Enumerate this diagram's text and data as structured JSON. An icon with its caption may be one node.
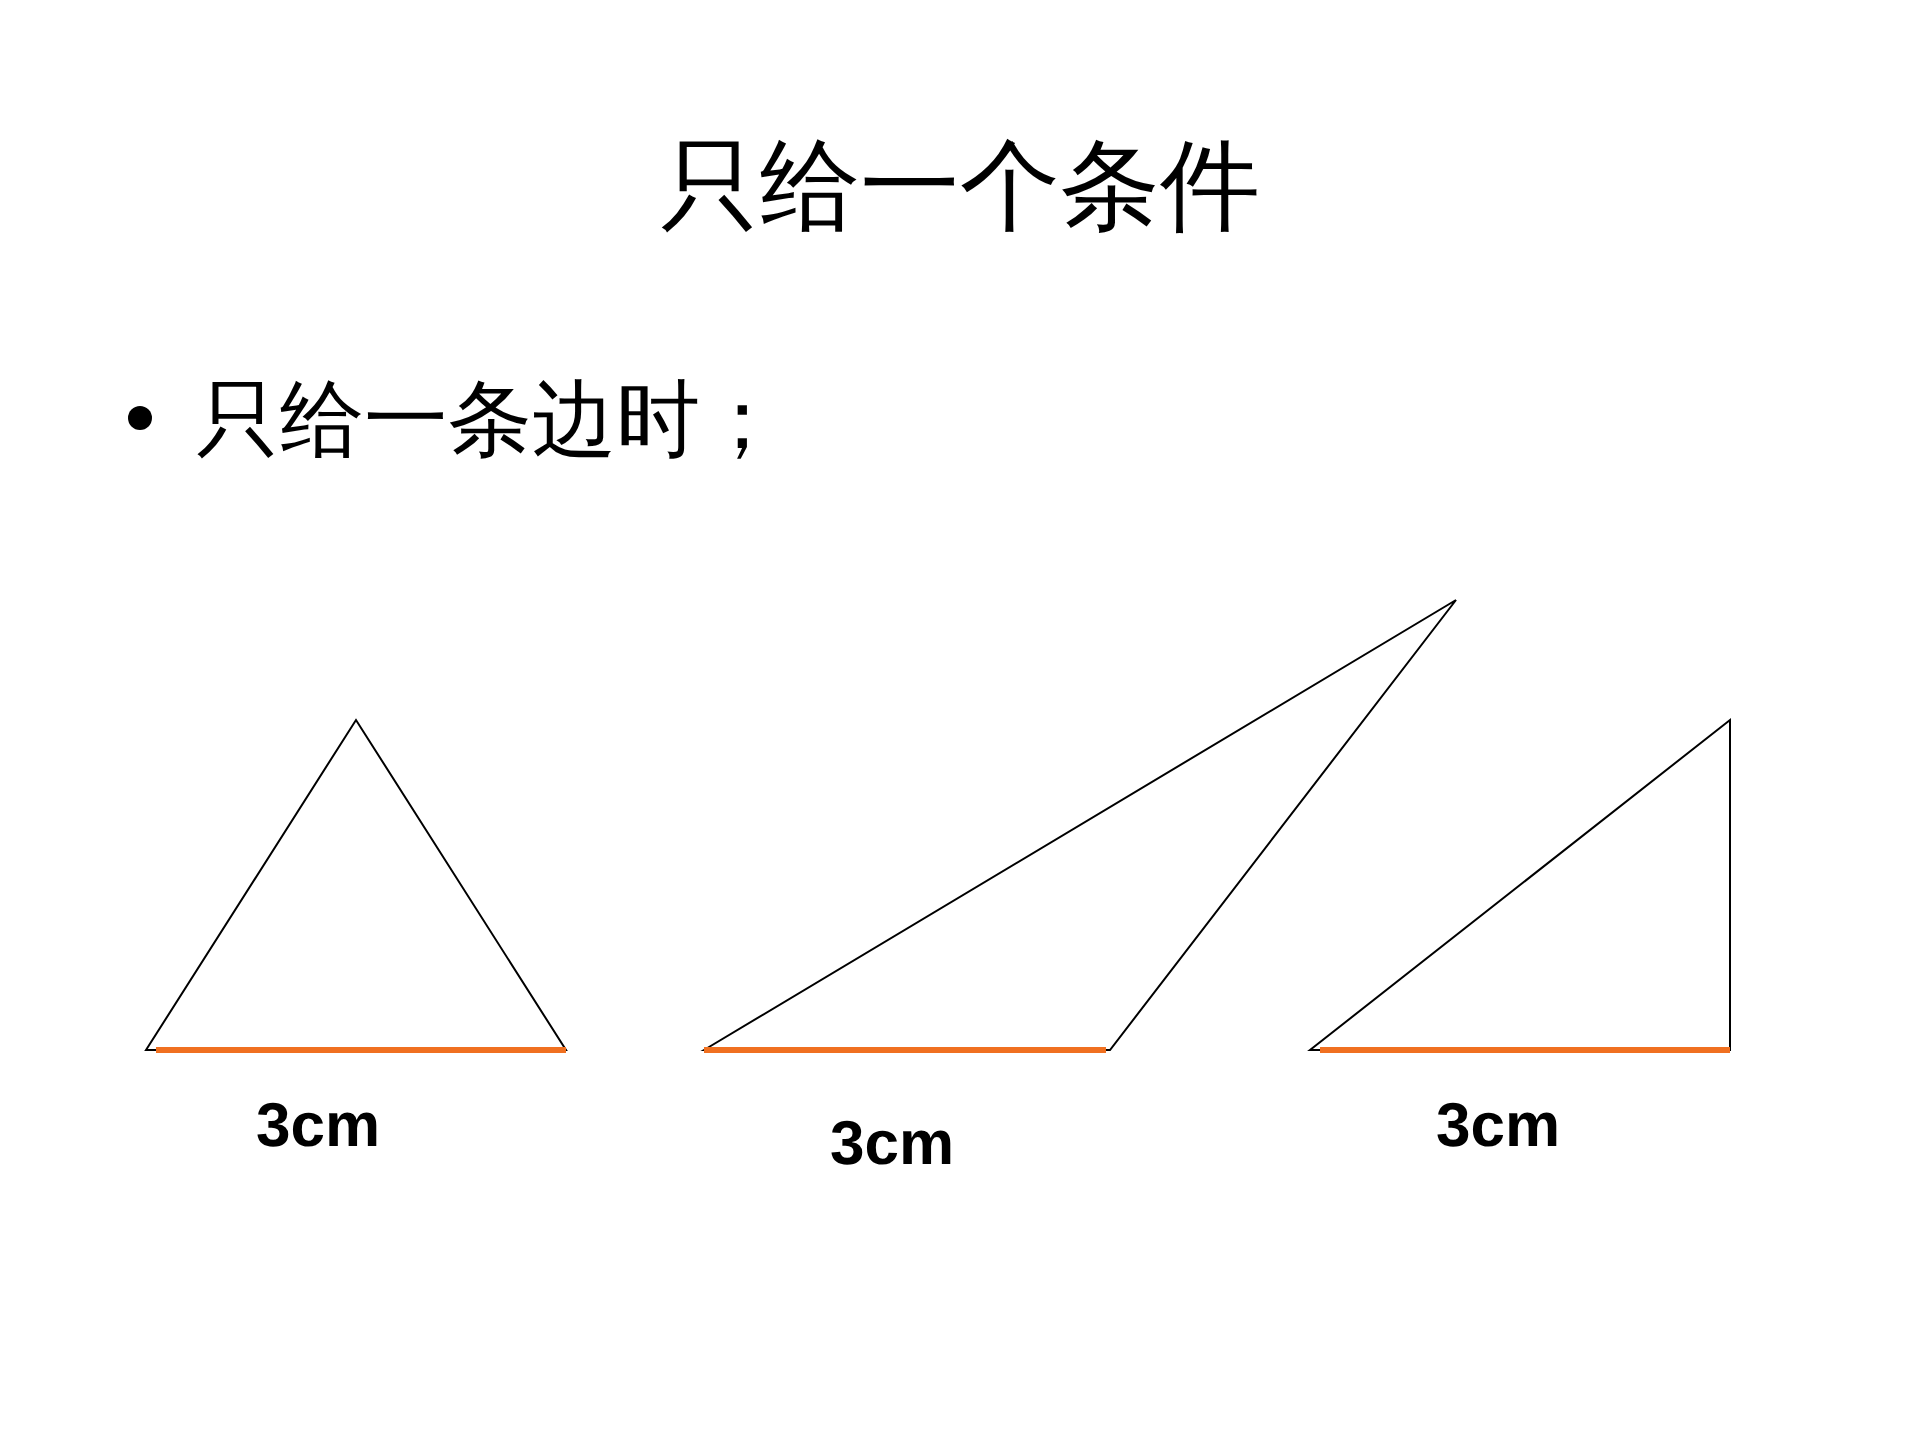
{
  "diagram": {
    "title": "只给一个条件",
    "labels": [
      "只给一条边时；",
      "3cm",
      "3cm",
      "3cm"
    ]
  }
}
